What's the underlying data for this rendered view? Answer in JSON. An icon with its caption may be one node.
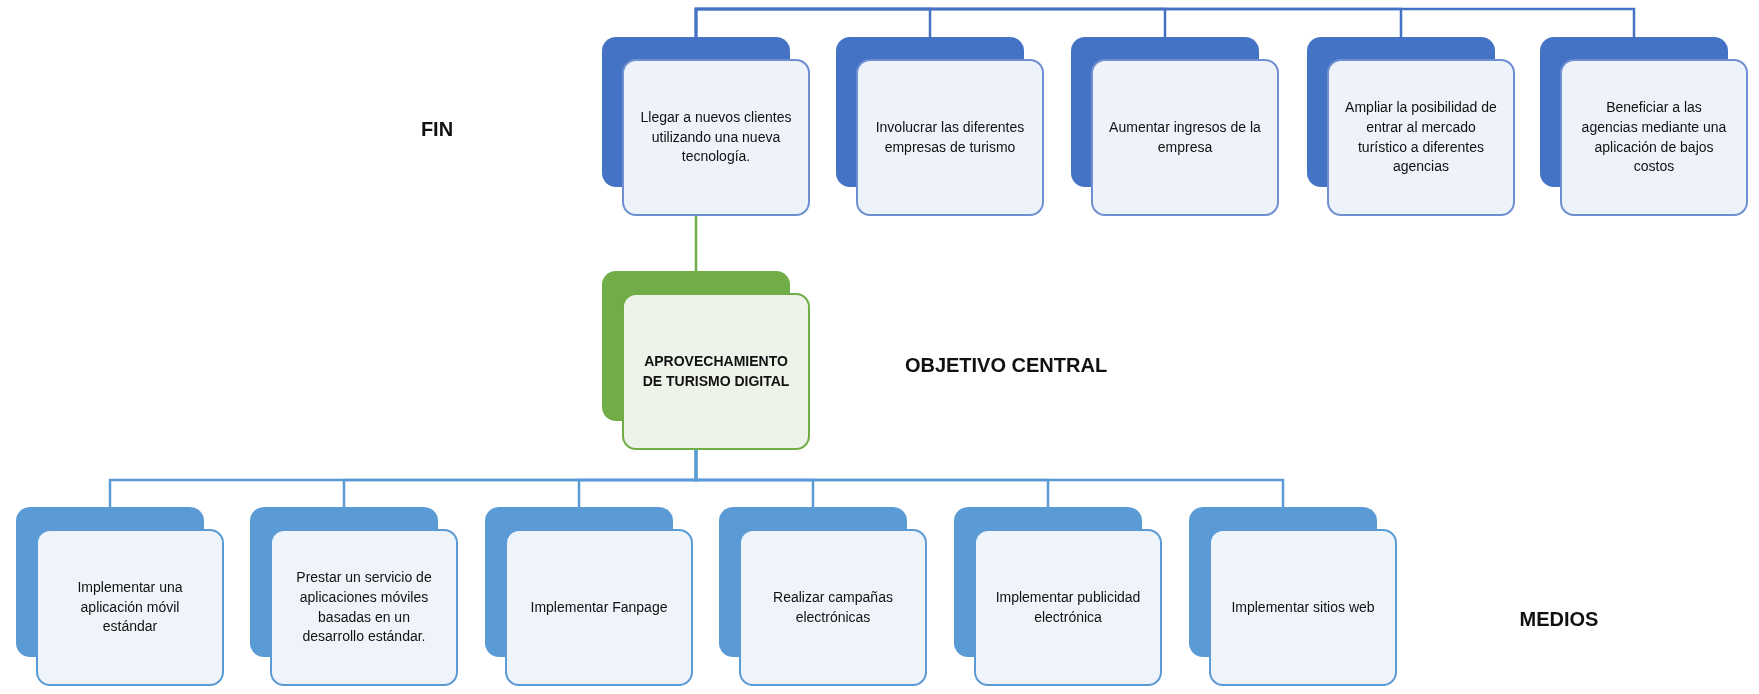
{
  "diagram": {
    "nodes": [
      {
        "text": [
          "Llegar a nuevos clientes utilizando una nueva tecnología."
        ]
      },
      {
        "text": [
          "Involucrar las diferentes empresas de turismo"
        ]
      },
      {
        "text": [
          "Aumentar ingresos de la empresa"
        ]
      },
      {
        "text": [
          "Ampliar la posibilidad de entrar al mercado turístico a diferentes agencias"
        ]
      },
      {
        "text": [
          "Beneficiar a las agencias mediante una aplicación de bajos costos"
        ]
      },
      {
        "text": [
          "APROVECHAMIENTO DE TURISMO DIGITAL"
        ]
      },
      {
        "text": [
          "Implementar una aplicación móvil estándar"
        ]
      },
      {
        "text": [
          "Prestar un servicio de aplicaciones móviles basadas en un desarrollo estándar."
        ]
      },
      {
        "text": [
          "Implementar Fanpage"
        ]
      },
      {
        "text": [
          "Realizar campañas electrónicas"
        ]
      },
      {
        "text": [
          "Implementar publicidad electrónica"
        ]
      },
      {
        "text": [
          "Implementar sitios web"
        ]
      }
    ],
    "edges": [
      {
        "from": 0,
        "to": 1,
        "arrow": "none",
        "color": "#4472c4"
      },
      {
        "from": 0,
        "to": 2,
        "arrow": "none",
        "color": "#4472c4"
      },
      {
        "from": 0,
        "to": 3,
        "arrow": "none",
        "color": "#4472c4"
      },
      {
        "from": 0,
        "to": 4,
        "arrow": "none",
        "color": "#4472c4"
      },
      {
        "from": 5,
        "to": 0,
        "arrow": "none",
        "color": "#70ad47"
      },
      {
        "from": 5,
        "to": 6,
        "arrow": "none"
      },
      {
        "from": 5,
        "to": 7,
        "arrow": "none"
      },
      {
        "from": 5,
        "to": 8,
        "arrow": "none"
      },
      {
        "from": 5,
        "to": 9,
        "arrow": "none"
      },
      {
        "from": 5,
        "to": 10,
        "arrow": "none"
      },
      {
        "from": 5,
        "to": 11,
        "arrow": "none"
      }
    ],
    "labels": [
      "FIN",
      "OBJETIVO CENTRAL",
      "MEDIOS"
    ]
  }
}
